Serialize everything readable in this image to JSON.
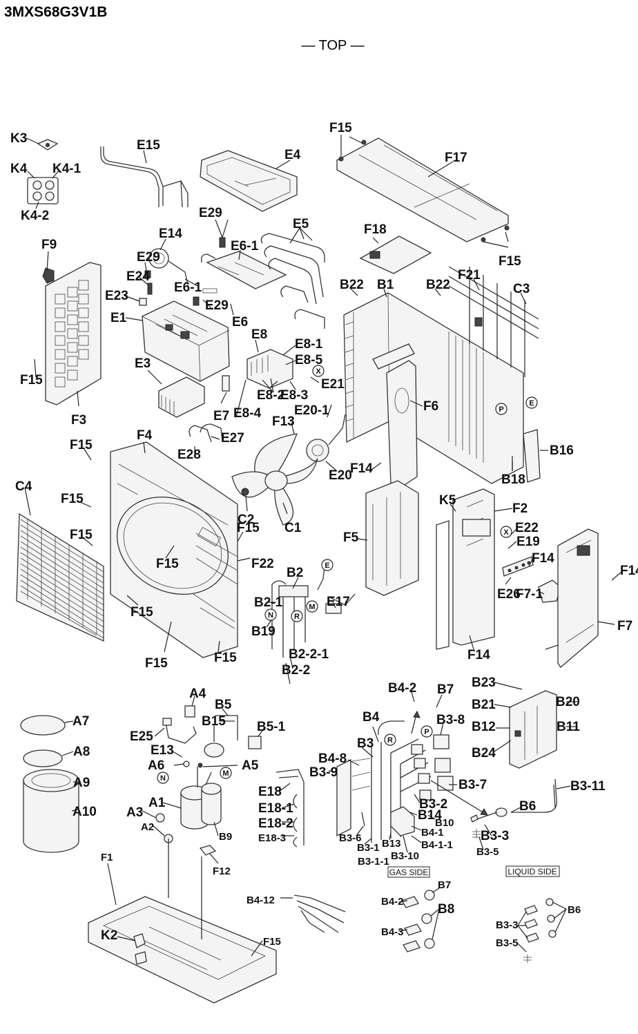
{
  "model": "3MXS68G3V1B",
  "view_title": "— TOP —",
  "labels": [
    "K3",
    "K4",
    "K4-1",
    "K4-2",
    "E15",
    "E4",
    "F15",
    "F17",
    "E29",
    "E5",
    "E14",
    "E6-1",
    "F18",
    "F15",
    "F9",
    "E29",
    "E24",
    "E6-1",
    "B22",
    "B1",
    "B22",
    "F21",
    "C3",
    "E23",
    "E29",
    "E1",
    "E6",
    "E8",
    "E8-1",
    "E8-5",
    "E3",
    "E21",
    "F15",
    "E8-3",
    "E8-2",
    "E20-1",
    "F3",
    "E7",
    "E8-4",
    "F6",
    "F13",
    "F4",
    "E27",
    "E28",
    "B16",
    "F15",
    "E20",
    "F14",
    "B18",
    "C4",
    "F15",
    "C2",
    "C1",
    "K5",
    "F2",
    "F15",
    "F15",
    "E22",
    "F15",
    "F5",
    "E19",
    "F22",
    "F14",
    "F14",
    "B2",
    "E26",
    "F7-1",
    "E17",
    "F7",
    "B2-1",
    "F15",
    "B19",
    "F15",
    "F14",
    "B2-2-1",
    "F15",
    "B2-2",
    "B7",
    "A4",
    "B4-2",
    "B23",
    "B5",
    "B21",
    "B20",
    "B15",
    "B5-1",
    "B3-8",
    "A7",
    "E25",
    "B12",
    "B11",
    "B4",
    "B3",
    "E13",
    "A8",
    "B24",
    "A6",
    "A5",
    "B4-8",
    "B3-9",
    "A9",
    "E18",
    "B3-11",
    "B3-7",
    "E18-1",
    "A1",
    "A10",
    "B3-2",
    "B6",
    "A3",
    "B14",
    "E18-2",
    "B10",
    "A2",
    "B9",
    "E18-3",
    "B4-1",
    "B3-3",
    "B3-6",
    "B3-1",
    "B4-1-1",
    "B13",
    "B3-5",
    "B3-10",
    "B3-1-1",
    "F12",
    "F1",
    "B7",
    "B4-12",
    "B4-2",
    "B8",
    "B6",
    "B4-3",
    "B3-3",
    "K2",
    "F15",
    "B3-5"
  ],
  "markers": [
    "X",
    "E",
    "P",
    "X",
    "E",
    "N",
    "M",
    "R",
    "P",
    "R",
    "N",
    "M"
  ],
  "side_labels": {
    "gas": "GAS SIDE",
    "liquid": "LIQUID SIDE"
  }
}
